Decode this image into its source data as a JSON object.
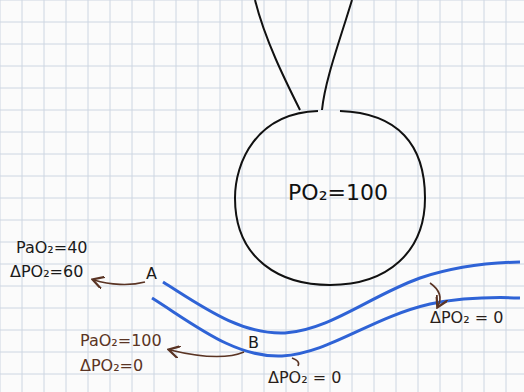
{
  "diagram": {
    "nodes": [
      {
        "text": [
          "PO₂=100"
        ]
      }
    ],
    "labels": [
      "PaO₂=40",
      "ΔPO₂=60",
      "A",
      "B",
      "PaO₂=100",
      "ΔPO₂=0",
      "ΔPO₂ = 0",
      "ΔPO₂ = 0"
    ]
  }
}
